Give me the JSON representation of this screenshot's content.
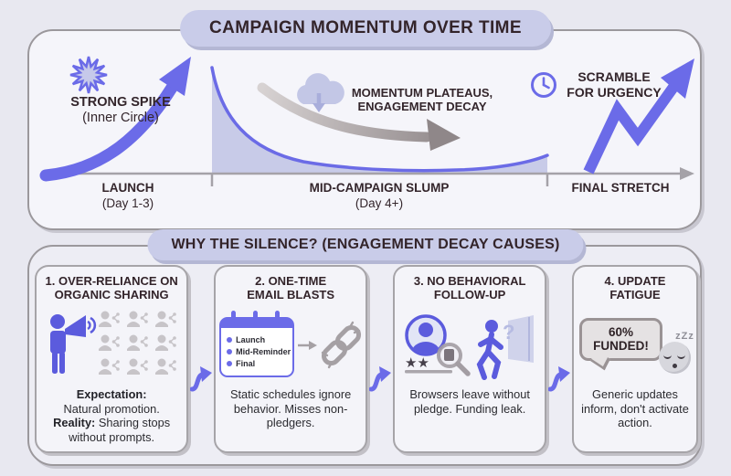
{
  "palette": {
    "background": "#e8e8f0",
    "panel": "#f5f5fa",
    "panel_border": "#9b989c",
    "pill": "#c9cce9",
    "accent_purple": "#6b6be8",
    "curve_fill": "#c8cbe8",
    "gray_arrow": "#a19b9d",
    "text_dark": "#33242a"
  },
  "timeline": {
    "title": "CAMPAIGN MOMENTUM OVER TIME",
    "spike_label_1": "STRONG SPIKE",
    "spike_label_2": "(Inner Circle)",
    "plateau_label_1": "MOMENTUM PLATEAUS,",
    "plateau_label_2": "ENGAGEMENT DECAY",
    "urgency_label_1": "SCRAMBLE",
    "urgency_label_2": "FOR URGENCY",
    "phases": [
      {
        "name": "LAUNCH",
        "detail": "(Day 1-3)"
      },
      {
        "name": "MID-CAMPAIGN SLUMP",
        "detail": "(Day 4+)"
      },
      {
        "name": "FINAL STRETCH",
        "detail": ""
      }
    ]
  },
  "causes_section": {
    "title": "WHY THE SILENCE? (ENGAGEMENT DECAY CAUSES)",
    "cards": [
      {
        "title1": "1. OVER-RELIANCE ON",
        "title2": "ORGANIC SHARING",
        "expectation_label": "Expectation:",
        "expectation_text": "Natural promotion.",
        "reality_label": "Reality:",
        "reality_text": "Sharing stops without prompts."
      },
      {
        "title1": "2. ONE-TIME",
        "title2": "EMAIL BLASTS",
        "calendar_items": [
          "Launch",
          "Mid-Reminder",
          "Final"
        ],
        "desc": "Static schedules ignore behavior. Misses non-pledgers."
      },
      {
        "title1": "3. NO BEHAVIORAL",
        "title2": "FOLLOW-UP",
        "desc": "Browsers leave without pledge. Funding leak."
      },
      {
        "title1": "4. UPDATE FATIGUE",
        "title2": "",
        "bubble1": "60%",
        "bubble2": "FUNDED!",
        "desc": "Generic updates inform, don't activate action."
      }
    ]
  },
  "icons": {
    "stars": "★★",
    "question_mark": "?",
    "zzz": "zZz"
  }
}
